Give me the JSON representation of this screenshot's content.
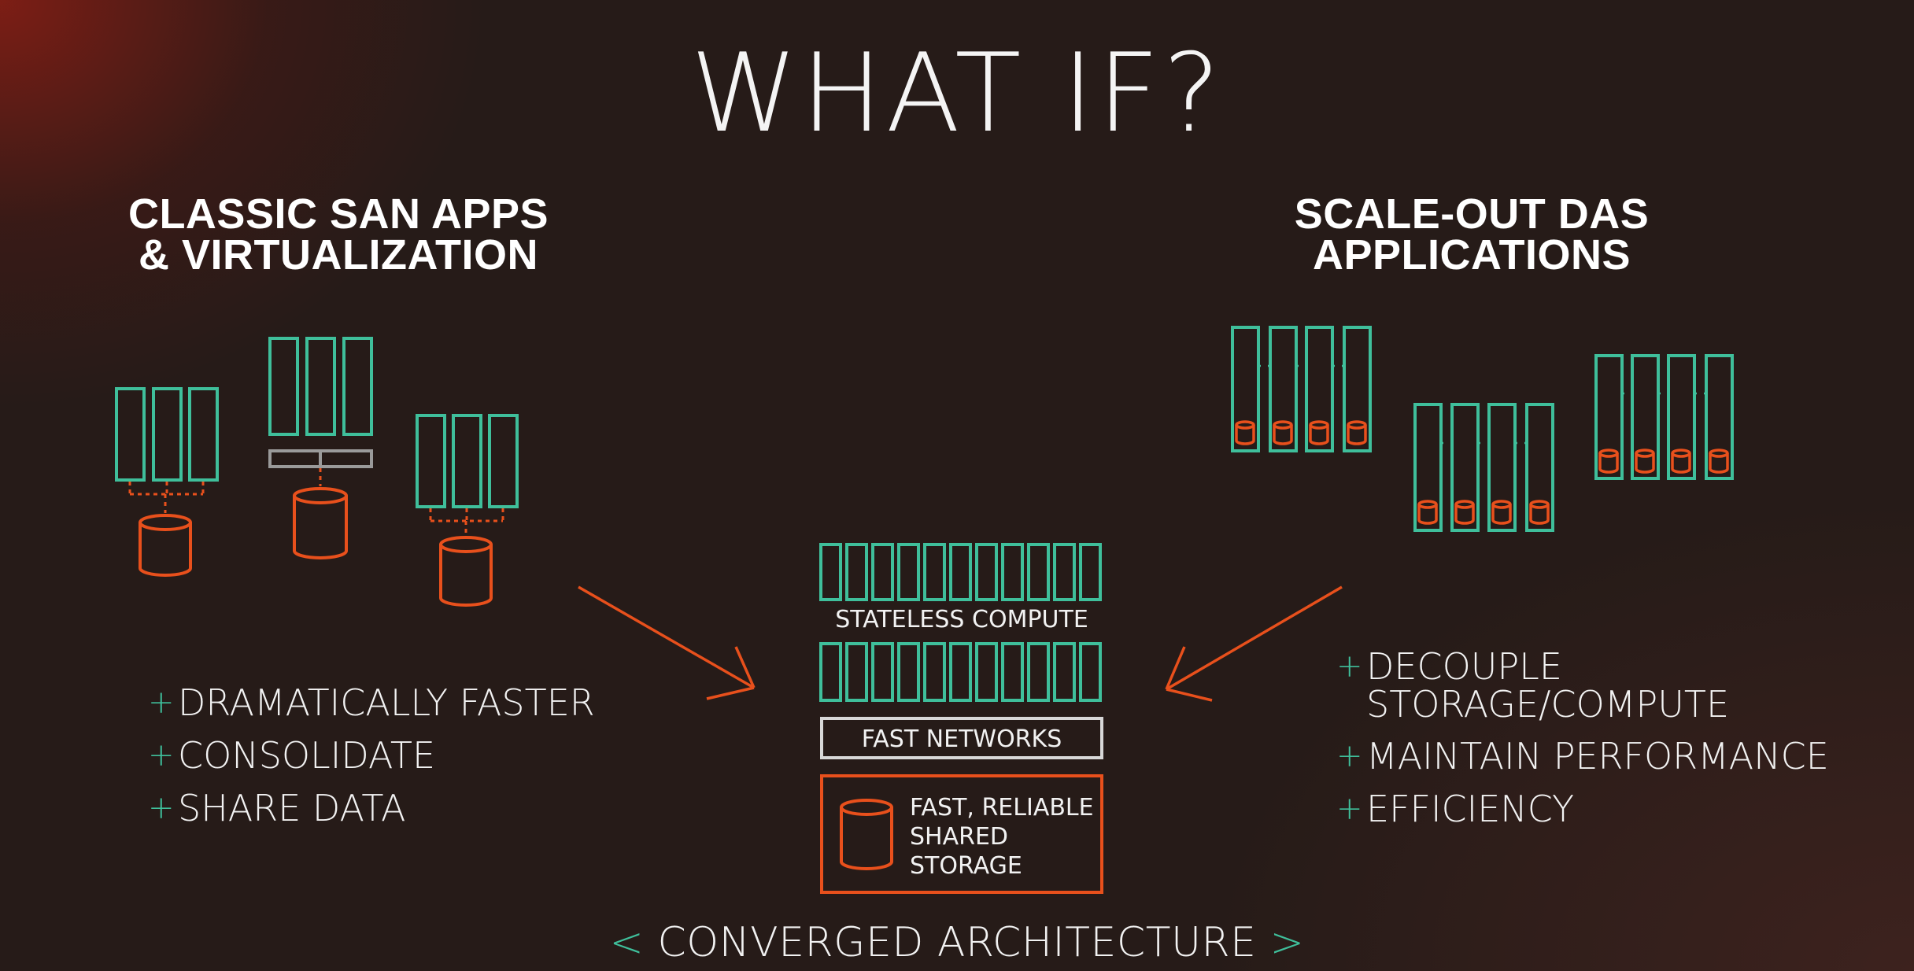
{
  "title": "WHAT IF?",
  "left": {
    "heading_line1": "CLASSIC SAN APPS",
    "heading_line2": "& VIRTUALIZATION",
    "bullets": [
      "DRAMATICALLY FASTER",
      "CONSOLIDATE",
      "SHARE DATA"
    ]
  },
  "right": {
    "heading_line1": "SCALE-OUT DAS",
    "heading_line2": "APPLICATIONS",
    "bullets": [
      {
        "line1": "DECOUPLE",
        "line2": "STORAGE/COMPUTE"
      },
      {
        "line1": "MAINTAIN PERFORMANCE"
      },
      {
        "line1": "EFFICIENCY"
      }
    ]
  },
  "center": {
    "stateless_compute": "STATELESS COMPUTE",
    "fast_networks": "FAST NETWORKS",
    "storage_line1": "FAST, RELIABLE",
    "storage_line2": "SHARED",
    "storage_line3": "STORAGE"
  },
  "footer": {
    "left_bracket": "<",
    "label": "CONVERGED ARCHITECTURE",
    "right_bracket": ">"
  },
  "bullet_symbol": "+",
  "colors": {
    "teal": "#3fbf9b",
    "orange": "#e8501c",
    "gray": "#9a9a9a",
    "background": "#261b18"
  }
}
